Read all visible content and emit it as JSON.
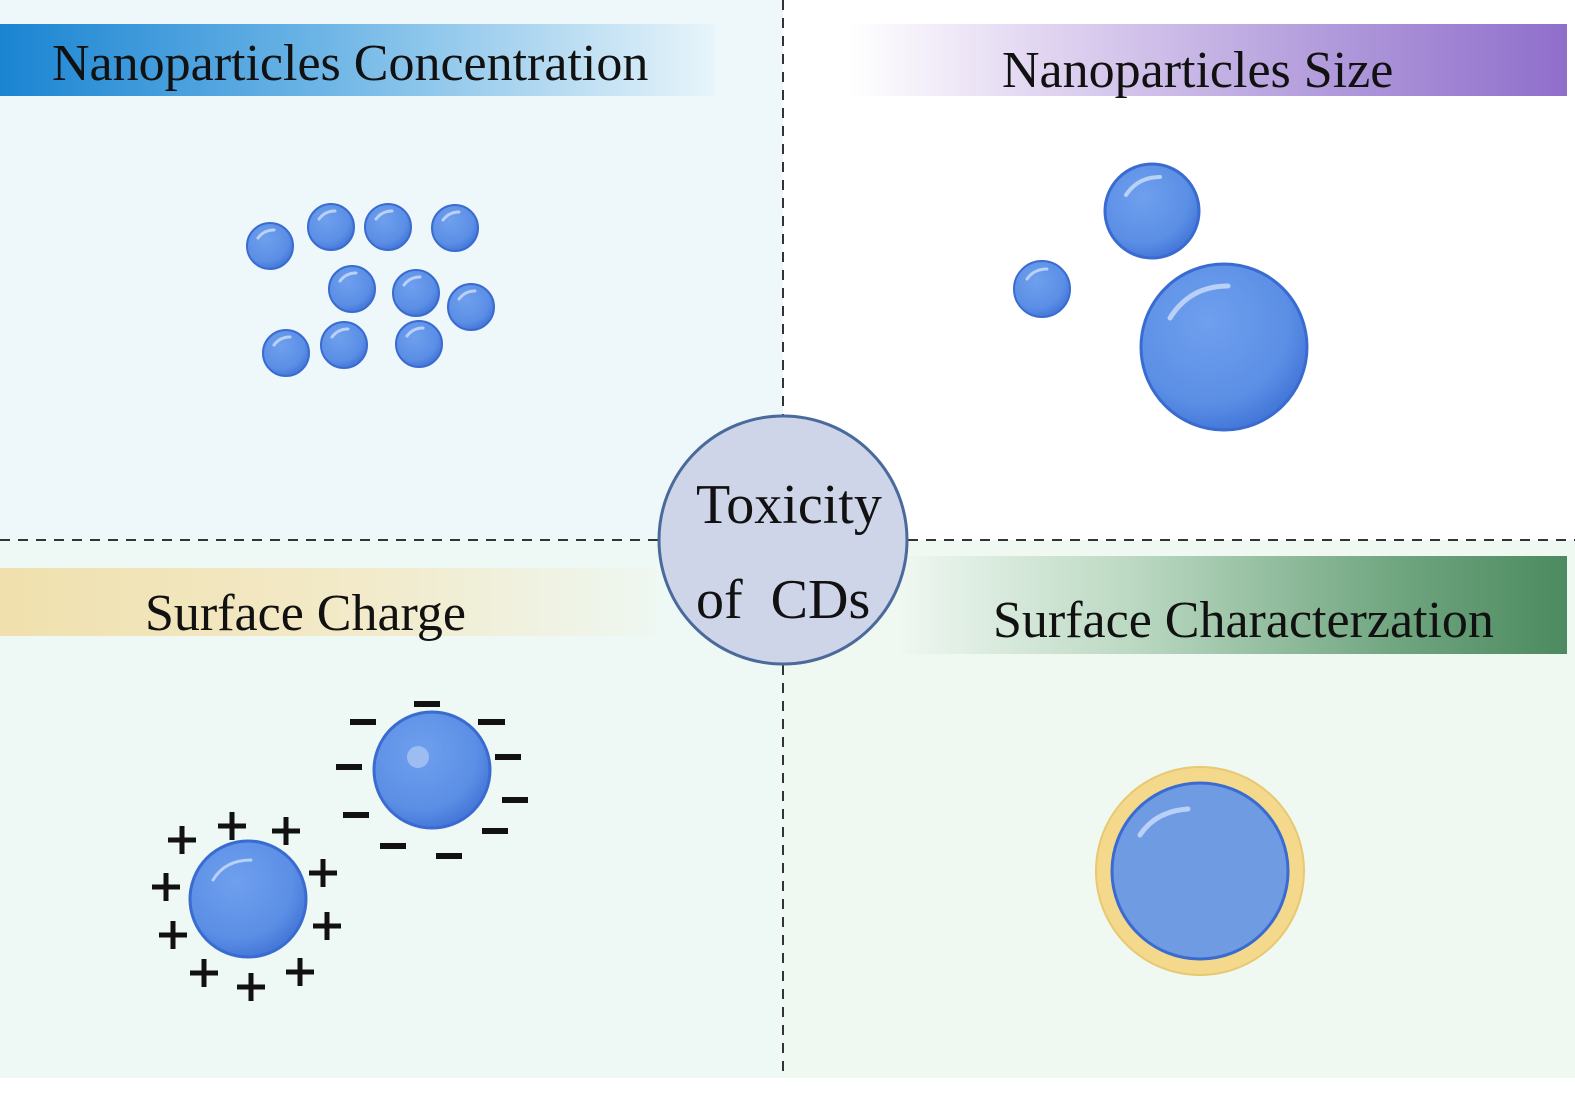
{
  "panels": {
    "concentration": {
      "title": "Nanoparticles Concentration",
      "color": "#1f8bd6"
    },
    "size": {
      "title": "Nanoparticles Size",
      "color": "#9373cc"
    },
    "charge": {
      "title": "Surface Charge",
      "color": "#ede0ae"
    },
    "characterization": {
      "title": "Surface Characterzation",
      "color": "#4f8c62"
    }
  },
  "center": {
    "line1": "Toxicity",
    "line2": "of  CDs",
    "fill": "#cfd5e8",
    "stroke": "#4a6a9c"
  },
  "charge_signs": {
    "positive": "+",
    "negative": "−"
  },
  "particle_color": "#5b8fe5",
  "shell_color": "#f4d88c"
}
